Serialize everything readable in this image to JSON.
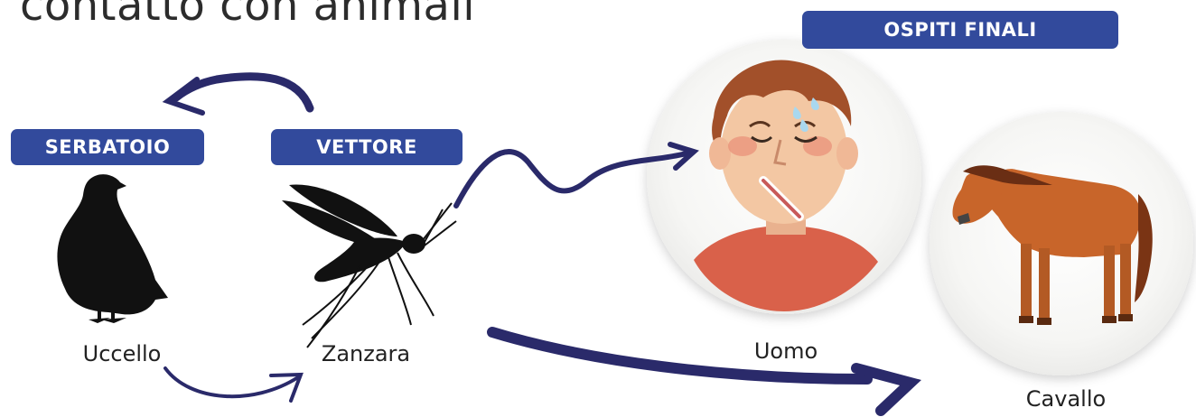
{
  "title": "contatto con animali",
  "badges": {
    "reservoir": "SERBATOIO",
    "vector": "VETTORE",
    "final_hosts": "OSPITI FINALI"
  },
  "labels": {
    "bird": "Uccello",
    "mosquito": "Zanzara",
    "human": "Uomo",
    "horse": "Cavallo"
  },
  "colors": {
    "badge": "#324a9c",
    "arrow": "#2a2a6a",
    "silhouette": "#111111",
    "horse": "#c8652a",
    "skin": "#f3c7a3",
    "shirt": "#d9614a",
    "hair": "#a2502a"
  }
}
